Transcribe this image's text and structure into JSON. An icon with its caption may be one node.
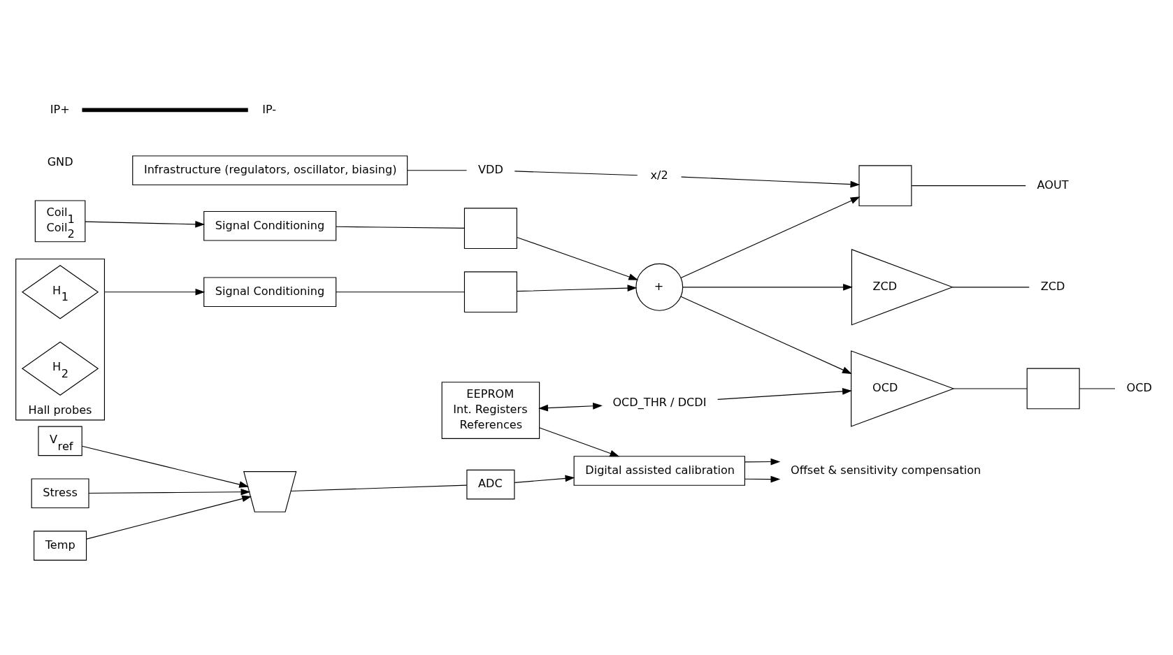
{
  "diagram": {
    "nodes": [
      {
        "text": [
          "Infrastructure (regulators, oscillator, biasing)"
        ]
      },
      {
        "text": [
          "VDD"
        ]
      },
      {
        "text": [
          "GND"
        ]
      },
      {
        "text": [
          "AOUT"
        ]
      },
      {
        "text": [
          "ZCD"
        ]
      },
      {
        "text": [
          "OCD"
        ]
      },
      {
        "text": [
          "OCD_THR / DCDI"
        ]
      },
      {
        "text": [
          "IP+"
        ]
      },
      {
        "text": [
          "IP-"
        ]
      },
      {
        "text": [
          "Coil$_{1}$",
          "Coil$_{2}$"
        ]
      },
      {
        "text": [
          "Hall probes"
        ]
      },
      {
        "text": [
          "H$_{1}$"
        ],
        "in": 10
      },
      {
        "text": [
          "H$_{2}$"
        ],
        "in": 10
      },
      {
        "text": [
          "Signal Conditioning"
        ]
      },
      {
        "text": [
          "Signal Conditioning"
        ]
      },
      {
        "text": [],
        "shape": "box"
      },
      {
        "text": [],
        "shape": "box"
      },
      {
        "text": [
          "+"
        ]
      },
      {
        "text": [],
        "shape": "box"
      },
      {
        "text": [
          "ZCD"
        ]
      },
      {
        "text": [
          "OCD"
        ]
      },
      {
        "text": [
          "x/2"
        ]
      },
      {
        "text": [
          "V$_{ref}$"
        ]
      },
      {
        "text": [
          "Stress"
        ]
      },
      {
        "text": [
          "Temp"
        ]
      },
      {
        "text": [],
        "shape": "trapezoid"
      },
      {
        "text": [
          "ADC"
        ]
      },
      {
        "text": [
          "Digital assisted calibration"
        ]
      },
      {
        "text": [
          "Offset & sensitivity compensation"
        ]
      },
      {
        "text": [
          "EEPROM",
          "Int. Registers",
          "References"
        ]
      },
      {
        "text": [],
        "shape": "transistor"
      }
    ],
    "edges": [
      {
        "from": 0,
        "to": 1,
        "arrow": "none"
      },
      {
        "from": 1,
        "to": 21,
        "arrow": "none"
      },
      {
        "from": 21,
        "to": 18,
        "arrow": "to"
      },
      {
        "from": 9,
        "to": 13,
        "arrow": "to"
      },
      {
        "from": 13,
        "to": 15,
        "arrow": "none"
      },
      {
        "from": 15,
        "to": 17,
        "arrow": "to"
      },
      {
        "from": 10,
        "to": 14,
        "arrow": "to"
      },
      {
        "from": 14,
        "to": 16,
        "arrow": "none"
      },
      {
        "from": 16,
        "to": 17,
        "arrow": "to"
      },
      {
        "from": 17,
        "to": 18,
        "arrow": "to"
      },
      {
        "from": 17,
        "to": 19,
        "arrow": "to"
      },
      {
        "from": 17,
        "to": 20,
        "arrow": "to"
      },
      {
        "from": 18,
        "to": 3,
        "arrow": "none"
      },
      {
        "from": 19,
        "to": 4,
        "arrow": "none"
      },
      {
        "from": 20,
        "to": 30,
        "arrow": "none"
      },
      {
        "from": 30,
        "to": 5,
        "arrow": "none"
      },
      {
        "from": 22,
        "to": 25,
        "arrow": "to"
      },
      {
        "from": 23,
        "to": 25,
        "arrow": "to"
      },
      {
        "from": 24,
        "to": 25,
        "arrow": "to"
      },
      {
        "from": 25,
        "to": 26,
        "arrow": "none"
      },
      {
        "from": 26,
        "to": 27,
        "arrow": "to"
      },
      {
        "from": 27,
        "to": 28,
        "arrow": "to"
      },
      {
        "from": 27,
        "to": 28,
        "arrow": "to"
      },
      {
        "from": 29,
        "to": 27,
        "arrow": "to"
      },
      {
        "from": 29,
        "to": 6,
        "arrow": "both"
      },
      {
        "from": 6,
        "to": 20,
        "arrow": "to"
      },
      {
        "from": 7,
        "to": 8,
        "arrow": "none",
        "style": "thick"
      }
    ]
  }
}
